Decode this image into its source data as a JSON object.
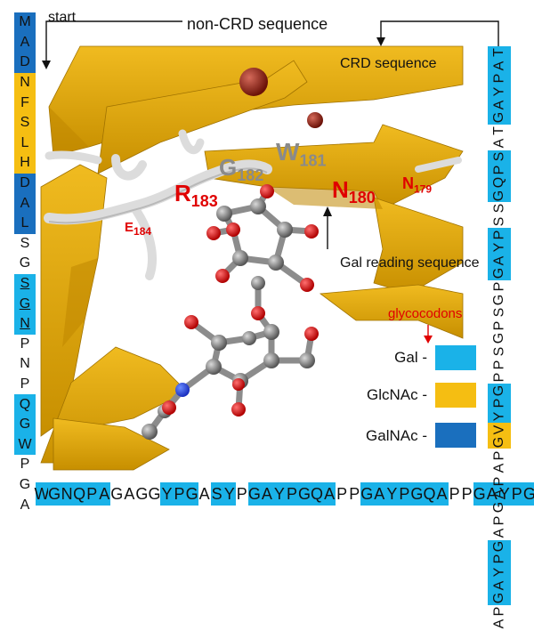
{
  "colors": {
    "gal": "#1ab2e8",
    "glcnac": "#f5be12",
    "galnac": "#1a6fbe",
    "ribbon": "#e2a400",
    "ribbon_dark": "#b07a00",
    "red_label": "#e00000",
    "grey_label": "#8a8a8a"
  },
  "labels": {
    "start": "start",
    "non_crd": "non-CRD sequence",
    "crd": "CRD sequence",
    "gal_reading": "Gal reading sequence",
    "glycocodons": "glycocodons"
  },
  "residues": {
    "E184": {
      "letter": "E",
      "num": "184"
    },
    "R183": {
      "letter": "R",
      "num": "183"
    },
    "G182": {
      "letter": "G",
      "num": "182"
    },
    "W181": {
      "letter": "W",
      "num": "181"
    },
    "N180": {
      "letter": "N",
      "num": "180"
    },
    "N179": {
      "letter": "N",
      "num": "179"
    }
  },
  "legend": [
    {
      "label": "Gal -",
      "color": "#1ab2e8",
      "icon": "gal-swatch"
    },
    {
      "label": "GlcNAc -",
      "color": "#f5be12",
      "icon": "glcnac-swatch"
    },
    {
      "label": "GalNAc -",
      "color": "#1a6fbe",
      "icon": "galnac-swatch"
    }
  ],
  "left_sequence": [
    {
      "aa": "M",
      "color": "galnac"
    },
    {
      "aa": "A",
      "color": "galnac"
    },
    {
      "aa": "D",
      "color": "galnac"
    },
    {
      "aa": "N",
      "color": "glcnac"
    },
    {
      "aa": "F",
      "color": "glcnac"
    },
    {
      "aa": "S",
      "color": "glcnac"
    },
    {
      "aa": "L",
      "color": "glcnac"
    },
    {
      "aa": "H",
      "color": "glcnac"
    },
    {
      "aa": "D",
      "color": "galnac"
    },
    {
      "aa": "A",
      "color": "galnac"
    },
    {
      "aa": "L",
      "color": "galnac"
    },
    {
      "aa": "S",
      "color": "none"
    },
    {
      "aa": "G",
      "color": "none"
    },
    {
      "aa": "S",
      "color": "gal",
      "underline": true
    },
    {
      "aa": "G",
      "color": "gal",
      "underline": true
    },
    {
      "aa": "N",
      "color": "gal",
      "underline": true
    },
    {
      "aa": "P",
      "color": "none"
    },
    {
      "aa": "N",
      "color": "none"
    },
    {
      "aa": "P",
      "color": "none"
    },
    {
      "aa": "Q",
      "color": "gal"
    },
    {
      "aa": "G",
      "color": "gal"
    },
    {
      "aa": "W",
      "color": "gal"
    },
    {
      "aa": "P",
      "color": "none"
    },
    {
      "aa": "G",
      "color": "none"
    },
    {
      "aa": "A",
      "color": "none"
    }
  ],
  "bottom_sequence": [
    {
      "aa": "W",
      "color": "gal"
    },
    {
      "aa": "G",
      "color": "gal"
    },
    {
      "aa": "N",
      "color": "gal"
    },
    {
      "aa": "Q",
      "color": "gal"
    },
    {
      "aa": "P",
      "color": "gal"
    },
    {
      "aa": "A",
      "color": "gal"
    },
    {
      "aa": "G",
      "color": "none"
    },
    {
      "aa": "A",
      "color": "none"
    },
    {
      "aa": "G",
      "color": "none"
    },
    {
      "aa": "G",
      "color": "none"
    },
    {
      "aa": "Y",
      "color": "gal"
    },
    {
      "aa": "P",
      "color": "gal"
    },
    {
      "aa": "G",
      "color": "gal"
    },
    {
      "aa": "A",
      "color": "none"
    },
    {
      "aa": "S",
      "color": "gal"
    },
    {
      "aa": "Y",
      "color": "gal"
    },
    {
      "aa": "P",
      "color": "none"
    },
    {
      "aa": "G",
      "color": "gal"
    },
    {
      "aa": "A",
      "color": "gal"
    },
    {
      "aa": "Y",
      "color": "gal"
    },
    {
      "aa": "P",
      "color": "gal"
    },
    {
      "aa": "G",
      "color": "gal"
    },
    {
      "aa": "Q",
      "color": "gal"
    },
    {
      "aa": "A",
      "color": "gal"
    },
    {
      "aa": "P",
      "color": "none"
    },
    {
      "aa": "P",
      "color": "none"
    },
    {
      "aa": "G",
      "color": "gal"
    },
    {
      "aa": "A",
      "color": "gal"
    },
    {
      "aa": "Y",
      "color": "gal"
    },
    {
      "aa": "P",
      "color": "gal"
    },
    {
      "aa": "G",
      "color": "gal"
    },
    {
      "aa": "Q",
      "color": "gal"
    },
    {
      "aa": "A",
      "color": "gal"
    },
    {
      "aa": "P",
      "color": "none"
    },
    {
      "aa": "P",
      "color": "none"
    },
    {
      "aa": "G",
      "color": "gal"
    },
    {
      "aa": "A",
      "color": "gal"
    },
    {
      "aa": "Y",
      "color": "gal"
    },
    {
      "aa": "P",
      "color": "gal"
    },
    {
      "aa": "G",
      "color": "gal"
    }
  ],
  "right_sequence": [
    {
      "aa": "T",
      "color": "gal"
    },
    {
      "aa": "A",
      "color": "gal"
    },
    {
      "aa": "P",
      "color": "gal"
    },
    {
      "aa": "Y",
      "color": "gal"
    },
    {
      "aa": "A",
      "color": "gal"
    },
    {
      "aa": "G",
      "color": "gal"
    },
    {
      "aa": "T",
      "color": "none"
    },
    {
      "aa": "A",
      "color": "none"
    },
    {
      "aa": "S",
      "color": "gal"
    },
    {
      "aa": "P",
      "color": "gal"
    },
    {
      "aa": "Q",
      "color": "gal"
    },
    {
      "aa": "G",
      "color": "gal"
    },
    {
      "aa": "S",
      "color": "none"
    },
    {
      "aa": "S",
      "color": "none"
    },
    {
      "aa": "P",
      "color": "gal"
    },
    {
      "aa": "Y",
      "color": "gal"
    },
    {
      "aa": "A",
      "color": "gal"
    },
    {
      "aa": "G",
      "color": "gal"
    },
    {
      "aa": "P",
      "color": "none"
    },
    {
      "aa": "G",
      "color": "none"
    },
    {
      "aa": "S",
      "color": "none"
    },
    {
      "aa": "P",
      "color": "none"
    },
    {
      "aa": "G",
      "color": "none"
    },
    {
      "aa": "S",
      "color": "none"
    },
    {
      "aa": "P",
      "color": "none"
    },
    {
      "aa": "P",
      "color": "none"
    },
    {
      "aa": "G",
      "color": "gal"
    },
    {
      "aa": "P",
      "color": "gal"
    },
    {
      "aa": "Y",
      "color": "gal"
    },
    {
      "aa": "V",
      "color": "glcnac"
    },
    {
      "aa": "G",
      "color": "glcnac"
    },
    {
      "aa": "P",
      "color": "none"
    },
    {
      "aa": "A",
      "color": "none"
    },
    {
      "aa": "P",
      "color": "none"
    },
    {
      "aa": "A",
      "color": "none"
    },
    {
      "aa": "G",
      "color": "none"
    },
    {
      "aa": "P",
      "color": "none"
    },
    {
      "aa": "A",
      "color": "none"
    },
    {
      "aa": "G",
      "color": "gal"
    },
    {
      "aa": "P",
      "color": "gal"
    },
    {
      "aa": "Y",
      "color": "gal"
    },
    {
      "aa": "A",
      "color": "gal"
    },
    {
      "aa": "G",
      "color": "gal"
    },
    {
      "aa": "P",
      "color": "none"
    },
    {
      "aa": "A",
      "color": "none"
    }
  ]
}
